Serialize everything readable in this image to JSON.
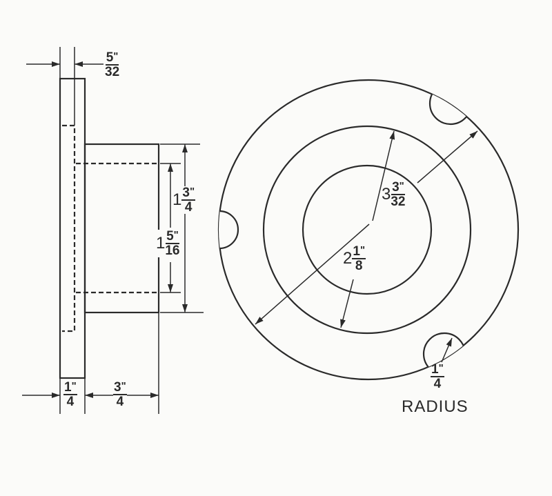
{
  "side_view": {
    "flange_thickness": {
      "num": "5",
      "den": "32",
      "unit": "\""
    },
    "flange_width": {
      "num": "1",
      "den": "4",
      "unit": "\""
    },
    "hub_length": {
      "num": "3",
      "den": "4",
      "unit": "\""
    },
    "hub_outer_diameter": {
      "whole": "1",
      "num": "3",
      "den": "4",
      "unit": "\""
    },
    "bore_diameter": {
      "whole": "1",
      "num": "5",
      "den": "16",
      "unit": "\""
    }
  },
  "front_view": {
    "outer_diameter": {
      "whole": "3",
      "num": "3",
      "den": "32",
      "unit": "\""
    },
    "middle_diameter": {
      "whole": "2",
      "num": "1",
      "den": "8",
      "unit": "\""
    },
    "notch_radius": {
      "num": "1",
      "den": "4",
      "unit": "\"",
      "label": "RADIUS"
    }
  }
}
